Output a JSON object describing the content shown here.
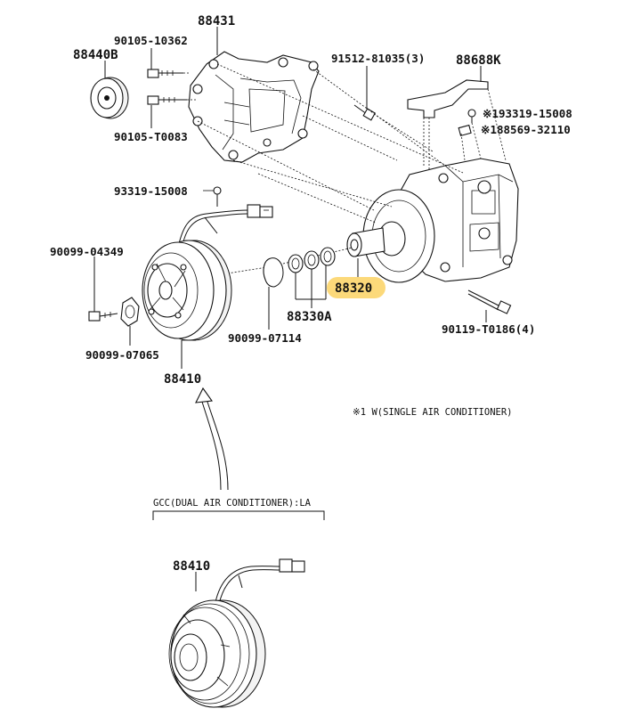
{
  "labels": {
    "p88431": "88431",
    "p90105_10362": "90105-10362",
    "p88440b": "88440B",
    "p90105_t0083": "90105-T0083",
    "p91512": "91512-81035(3)",
    "p88688k": "88688K",
    "p93319_r": "※193319-15008",
    "p88569": "※188569-32110",
    "p93319_l": "93319-15008",
    "p90099_04349": "90099-04349",
    "p90099_07065": "90099-07065",
    "p88410_top": "88410",
    "p90099_07114": "90099-07114",
    "p88330a": "88330A",
    "p88320": "88320",
    "p90119": "90119-T0186(4)",
    "p88410_bottom": "88410"
  },
  "notes": {
    "single_ac": "※1 W(SINGLE AIR CONDITIONER)",
    "dual_ac": "GCC(DUAL AIR CONDITIONER):LA"
  },
  "highlight": {
    "part": "88320",
    "color": "#fcd97a"
  }
}
